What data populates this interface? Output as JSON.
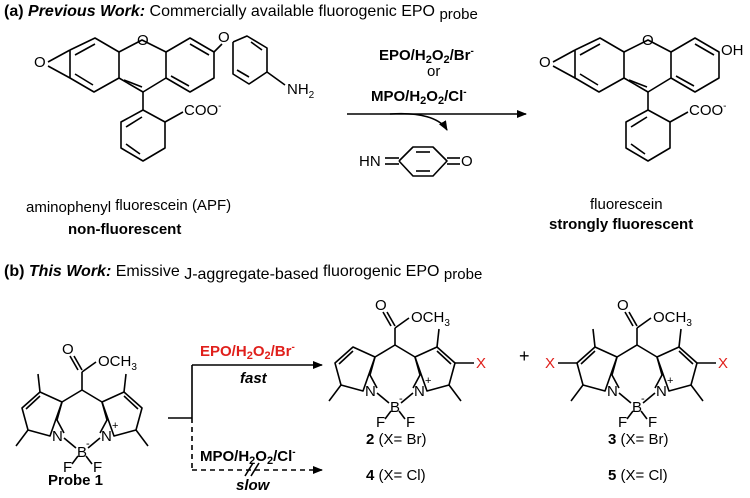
{
  "panel_a": {
    "tag": "(a)",
    "heading": "Previous Work:",
    "desc_1": "Commercially available fluorogenic EPO",
    "desc_2": "probe",
    "reagent_top": {
      "main": "EPO/H",
      "s1": "2",
      "mid": "O",
      "s2": "2",
      "end": "/Br",
      "charge": "-"
    },
    "or": "or",
    "reagent_bottom": {
      "main": "MPO/H",
      "s1": "2",
      "mid": "O",
      "s2": "2",
      "end": "/Cl",
      "charge": "-"
    },
    "byproduct": {
      "hn": "HN",
      "o": "O"
    },
    "apf": {
      "o_left": "O",
      "o_ring": "O",
      "o_ether": "O",
      "nh": "NH",
      "nh_sub": "2",
      "coo": "COO",
      "coo_charge": "-"
    },
    "fluorescein": {
      "o_left": "O",
      "o_ring": "O",
      "oh": "OH",
      "coo": "COO",
      "coo_charge": "-"
    },
    "label_left_1": "aminophenyl",
    "label_left_2": "fluorescein (APF)",
    "label_left_bold": "non-fluorescent",
    "label_right_1": "fluorescein",
    "label_right_bold": "strongly fluorescent"
  },
  "panel_b": {
    "tag": "(b)",
    "heading": "This Work:",
    "desc_1": "Emissive",
    "desc_2": "J-aggregate-based",
    "desc_3": "fluorogenic EPO",
    "desc_4": "probe",
    "reagent_fast": {
      "main": "EPO/H",
      "s1": "2",
      "mid": "O",
      "s2": "2",
      "end": "/Br",
      "charge": "-"
    },
    "fast": "fast",
    "reagent_slow": {
      "main": "MPO/H",
      "s1": "2",
      "mid": "O",
      "s2": "2",
      "end": "/Cl",
      "charge": "-"
    },
    "slow": "slow",
    "plus": "+",
    "probe_label": "Probe 1",
    "atoms": {
      "o": "O",
      "och": "OCH",
      "och_sub": "3",
      "n": "N",
      "b": "B",
      "f": "F",
      "x": "X",
      "plus": "+",
      "minus": "-"
    },
    "cmpd_2_num": "2",
    "cmpd_2_txt": "(X= Br)",
    "cmpd_4_num": "4",
    "cmpd_4_txt": "(X= Cl)",
    "cmpd_3_num": "3",
    "cmpd_3_txt": "(X= Br)",
    "cmpd_5_num": "5",
    "cmpd_5_txt": "(X= Cl)"
  },
  "colors": {
    "accent_red": "#e0201c"
  }
}
